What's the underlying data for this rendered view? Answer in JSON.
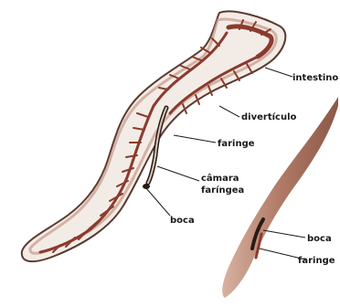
{
  "labels": {
    "intestino": "intestino",
    "diverticulo": "divertículo",
    "faringe_main": "faringe",
    "camara_line1": "câmara",
    "camara_line2": "faríngea",
    "boca_main": "boca",
    "boca_inset": "boca",
    "faringe_inset": "faringe"
  },
  "colors": {
    "body_outline": "#5a3a30",
    "body_fill": "#f3ece6",
    "body_edge": "#c08a7a",
    "intestine": "#8b3a2e",
    "inset_body": "#b07a66"
  }
}
